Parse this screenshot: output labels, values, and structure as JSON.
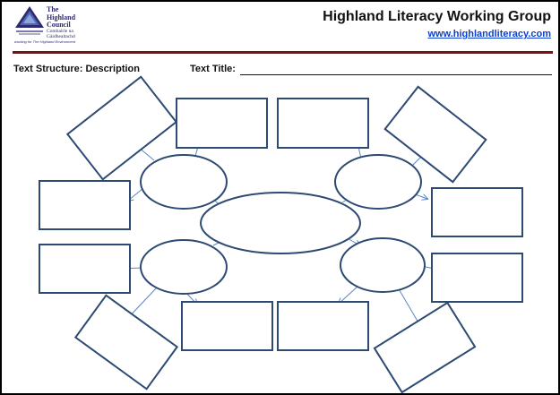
{
  "header": {
    "logo": {
      "organisation": "The\nHighland\nCouncil",
      "gaelic_name": "Comhairle na\nGàidhealtachd",
      "tagline": "working for The Highland Environment"
    },
    "group_title": "Highland Literacy Working Group",
    "group_url": "www.highlandliteracy.com"
  },
  "worksheet": {
    "structure_label": "Text Structure: Description",
    "title_label": "Text Title:",
    "title_value": ""
  },
  "colors": {
    "shape_outline": "#2d4a73",
    "connector": "#5b86bf",
    "header_rule": "#7d1111",
    "link": "#0b3fd3",
    "logo_navy": "#2d2a70"
  }
}
